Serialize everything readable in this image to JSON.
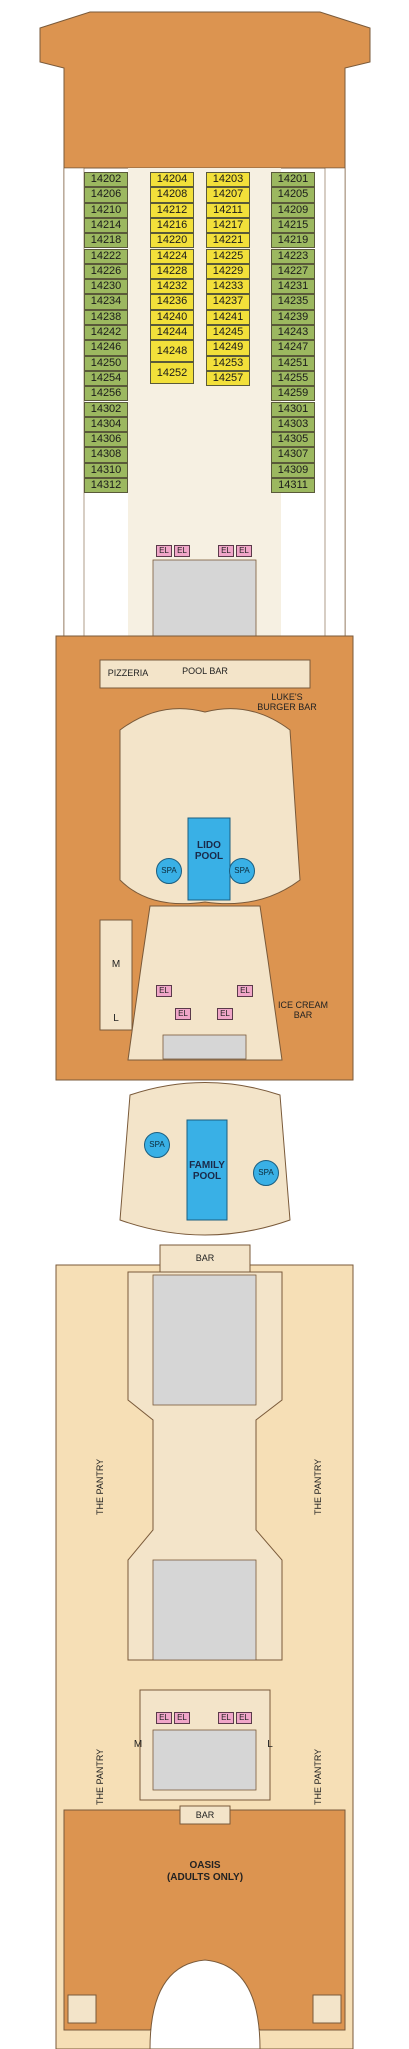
{
  "colors": {
    "orange_deck": "#dc9450",
    "cream_deck": "#f6dfb6",
    "interior": "#f3e4c9",
    "cabin_green": "#9cb860",
    "cabin_yellow": "#f2e03a",
    "pool_blue": "#39b0e6",
    "elevator_pink": "#f0a6c8",
    "core_gray": "#d6d6d6",
    "outline": "#7a5a3a"
  },
  "cabins": {
    "col1": [
      "14202",
      "14206",
      "14210",
      "14214",
      "14218",
      "14222",
      "14226",
      "14230",
      "14234",
      "14238",
      "14242",
      "14246",
      "14250",
      "14254",
      "14256",
      "14302",
      "14304",
      "14306",
      "14308",
      "14310",
      "14312"
    ],
    "col2": [
      "14204",
      "14208",
      "14212",
      "14216",
      "14220",
      "14224",
      "14228",
      "14232",
      "14236",
      "14240",
      "14244",
      "14248",
      "14252"
    ],
    "col3": [
      "14203",
      "14207",
      "14211",
      "14217",
      "14221",
      "14225",
      "14229",
      "14233",
      "14237",
      "14241",
      "14245",
      "14249",
      "14253",
      "14257"
    ],
    "col4": [
      "14201",
      "14205",
      "14209",
      "14215",
      "14219",
      "14223",
      "14227",
      "14231",
      "14235",
      "14239",
      "14243",
      "14247",
      "14251",
      "14255",
      "14259",
      "14301",
      "14303",
      "14305",
      "14307",
      "14309",
      "14311"
    ]
  },
  "icons": {
    "elevator": "EL",
    "elevator_lobby_labels": [
      "EL",
      "EL",
      "EL",
      "EL"
    ]
  },
  "venues": {
    "pizzeria": "PIZZERIA",
    "pool_bar": "POOL BAR",
    "burger_bar": "LUKE'S\nBURGER BAR",
    "lido_pool": "LIDO\nPOOL",
    "spa": "SPA",
    "ice_cream_bar": "ICE CREAM\nBAR",
    "family_pool": "FAMILY\nPOOL",
    "bar": "BAR",
    "the_pantry": "THE PANTRY",
    "oasis": "OASIS\n(ADULTS ONLY)",
    "restroom_m": "M",
    "restroom_l": "L"
  }
}
